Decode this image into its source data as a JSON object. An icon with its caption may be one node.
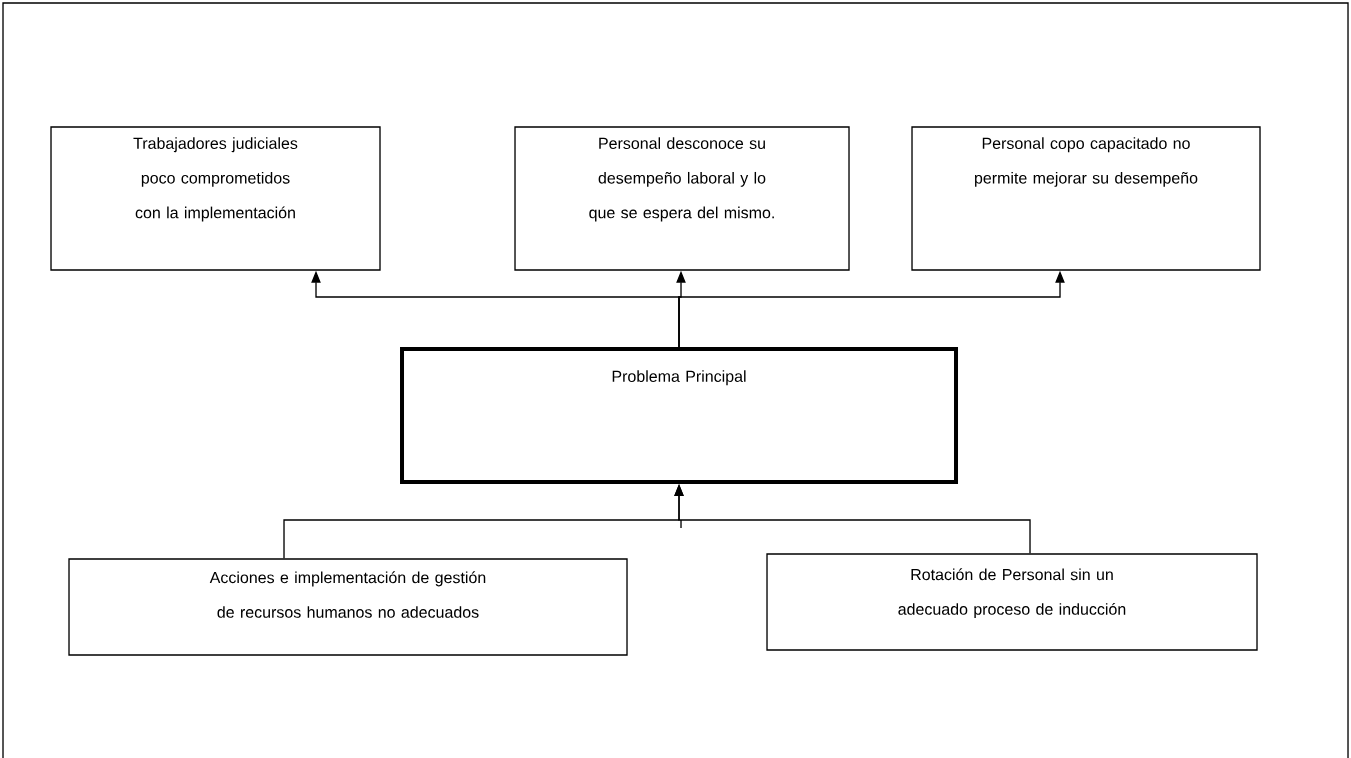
{
  "diagram": {
    "nodes": [
      {
        "text": [
          "Trabajadores judiciales poco comprometidos con la implementación"
        ]
      },
      {
        "text": [
          "Personal desconoce su desempeño laboral y lo que se espera del mismo."
        ]
      },
      {
        "text": [
          "Personal copo capacitado no permite mejorar su desempeño"
        ]
      },
      {
        "text": [
          "Problema Principal"
        ]
      },
      {
        "text": [
          "Acciones e implementación de gestión de recursos humanos no adecuados"
        ]
      },
      {
        "text": [
          "Rotación de Personal sin un adecuado proceso de inducción"
        ]
      }
    ],
    "edges": [
      {
        "from": 3,
        "to": 0,
        "arrow": "to"
      },
      {
        "from": 3,
        "to": 1,
        "arrow": "to"
      },
      {
        "from": 3,
        "to": 2,
        "arrow": "to"
      },
      {
        "from": 4,
        "to": 3,
        "arrow": "to"
      },
      {
        "from": 5,
        "to": 3,
        "arrow": "to"
      }
    ]
  }
}
